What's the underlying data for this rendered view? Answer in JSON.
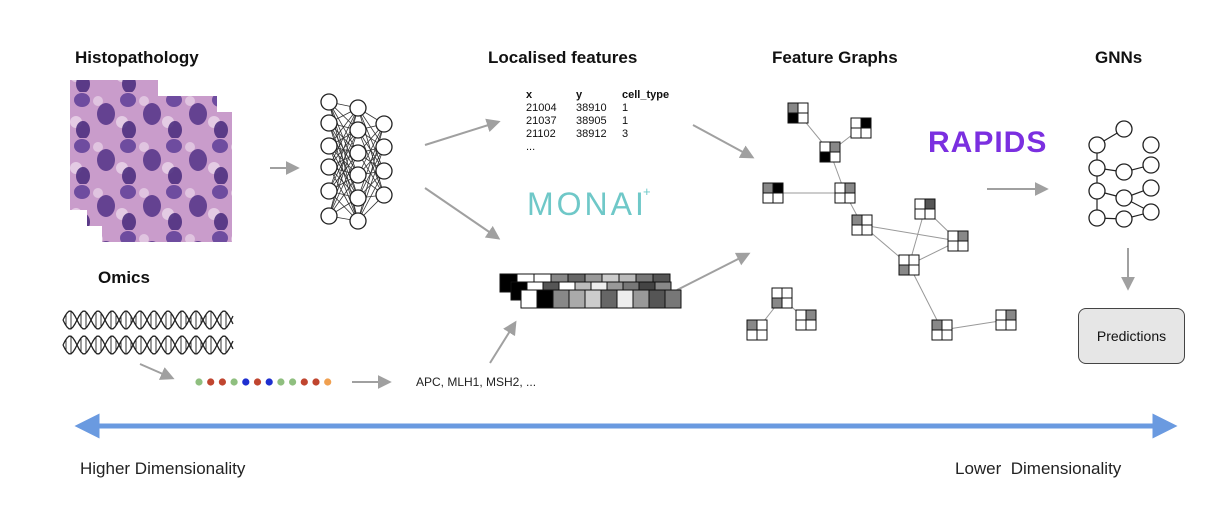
{
  "headings": {
    "histopathology": "Histopathology",
    "omics": "Omics",
    "localised_features": "Localised features",
    "feature_graphs": "Feature Graphs",
    "gnns": "GNNs"
  },
  "feature_table": {
    "columns": [
      "x",
      "y",
      "cell_type"
    ],
    "rows": [
      [
        "21004",
        "38910",
        "1"
      ],
      [
        "21037",
        "38905",
        "1"
      ],
      [
        "21102",
        "38912",
        "3"
      ]
    ],
    "ellipsis": "..."
  },
  "logos": {
    "monai": "MONAI",
    "rapids": "RAPIDS"
  },
  "genes_text": "APC, MLH1, MSH2, ...",
  "predictions_label": "Predictions",
  "dimensionality": {
    "left": "Higher Dimensionality",
    "right": "Lower  Dimensionality"
  },
  "colors": {
    "arrow_gray": "#a0a0a0",
    "axis_blue": "#6a9ae0",
    "rapids_purple": "#7b2fe0",
    "monai_teal": "#6fc8c8",
    "tissue_pink": "#c89ac8",
    "nucleus_purple": "#5a3a8a"
  },
  "omics_dot_colors": [
    "#8fbf7f",
    "#c0452f",
    "#c0452f",
    "#8fbf7f",
    "#1e2fd0",
    "#c0452f",
    "#1e2fd0",
    "#8fbf7f",
    "#8fbf7f",
    "#c0452f",
    "#c0452f",
    "#f0a050"
  ]
}
